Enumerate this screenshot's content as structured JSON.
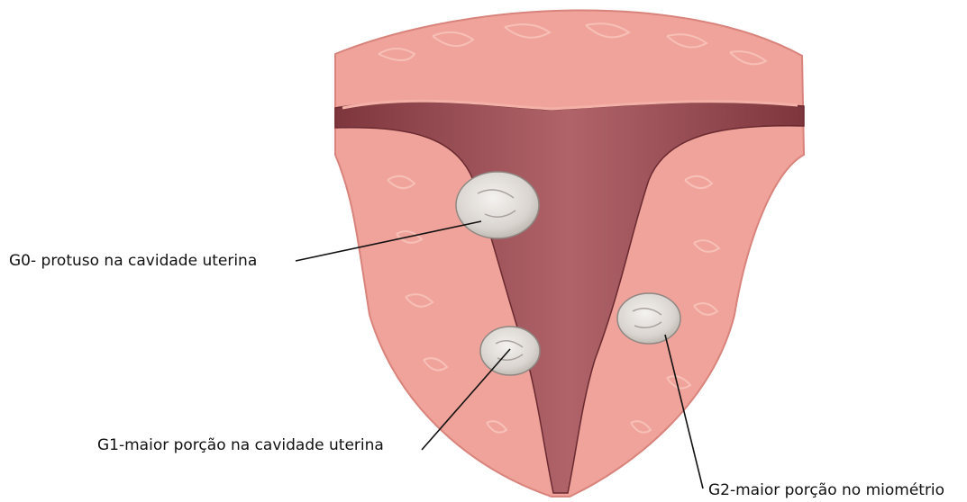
{
  "labels": {
    "g0": "G0- protuso na cavidade uterina",
    "g1": "G1-maior porção na cavidade uterina",
    "g2": "G2-maior porção no miométrio"
  },
  "colors": {
    "myometrium": "#f0a39a",
    "myometrium_light": "#f7c1b8",
    "cavity": "#a3545a",
    "cavity_dark": "#7a333a",
    "fibroid": "#dedad6",
    "leader_line": "#111111"
  }
}
